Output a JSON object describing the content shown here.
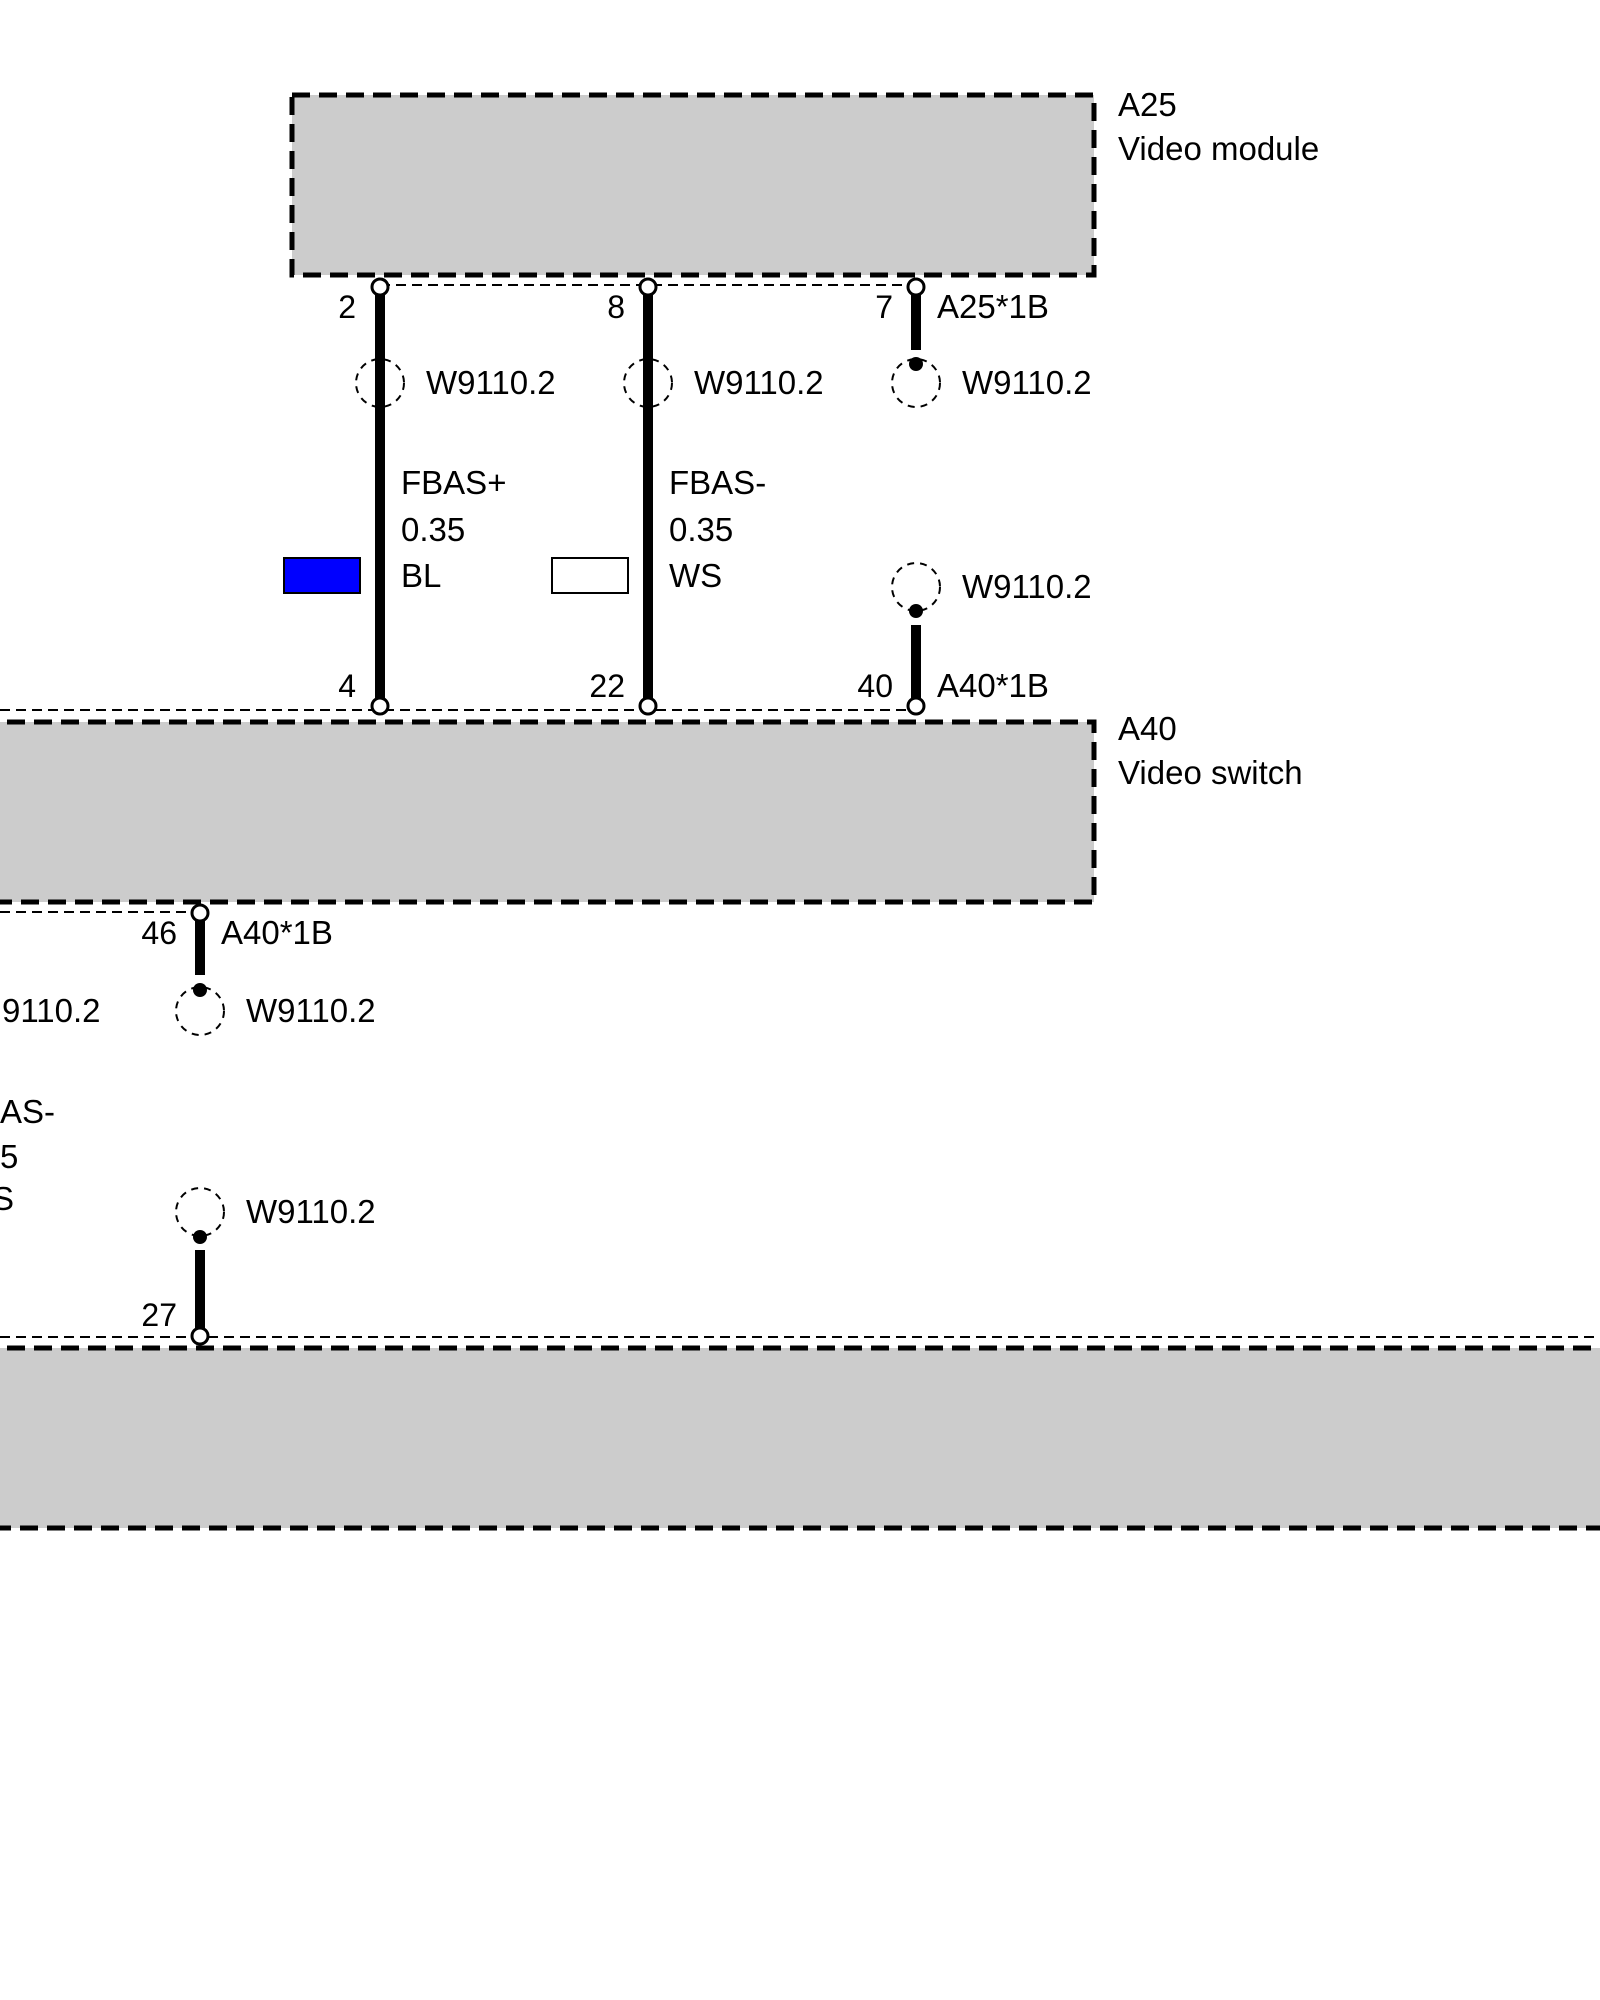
{
  "components": {
    "a25": {
      "id": "A25",
      "name": "Video module"
    },
    "a40": {
      "id": "A40",
      "name": "Video switch"
    }
  },
  "connectors": {
    "a25_1b": "A25*1B",
    "a40_1b": "A40*1B"
  },
  "pins": {
    "a25_fbas_plus": "2",
    "a25_fbas_minus": "8",
    "a25_shield": "7",
    "a40_fbas_plus": "4",
    "a40_fbas_minus": "22",
    "a40_shield": "40",
    "a40_lower_shield": "46",
    "lower_shield": "27"
  },
  "shield_ref": "W9110.2",
  "partial_ref": "9110.2",
  "wires": {
    "fbas_plus": {
      "signal": "FBAS+",
      "gauge": "0.35",
      "color_code": "BL",
      "swatch": "#0000ff"
    },
    "fbas_minus": {
      "signal": "FBAS-",
      "gauge": "0.35",
      "color_code": "WS",
      "swatch": "#ffffff"
    }
  },
  "partial_wire": {
    "signal": "AS-",
    "gauge": "5",
    "color_code": "S"
  }
}
